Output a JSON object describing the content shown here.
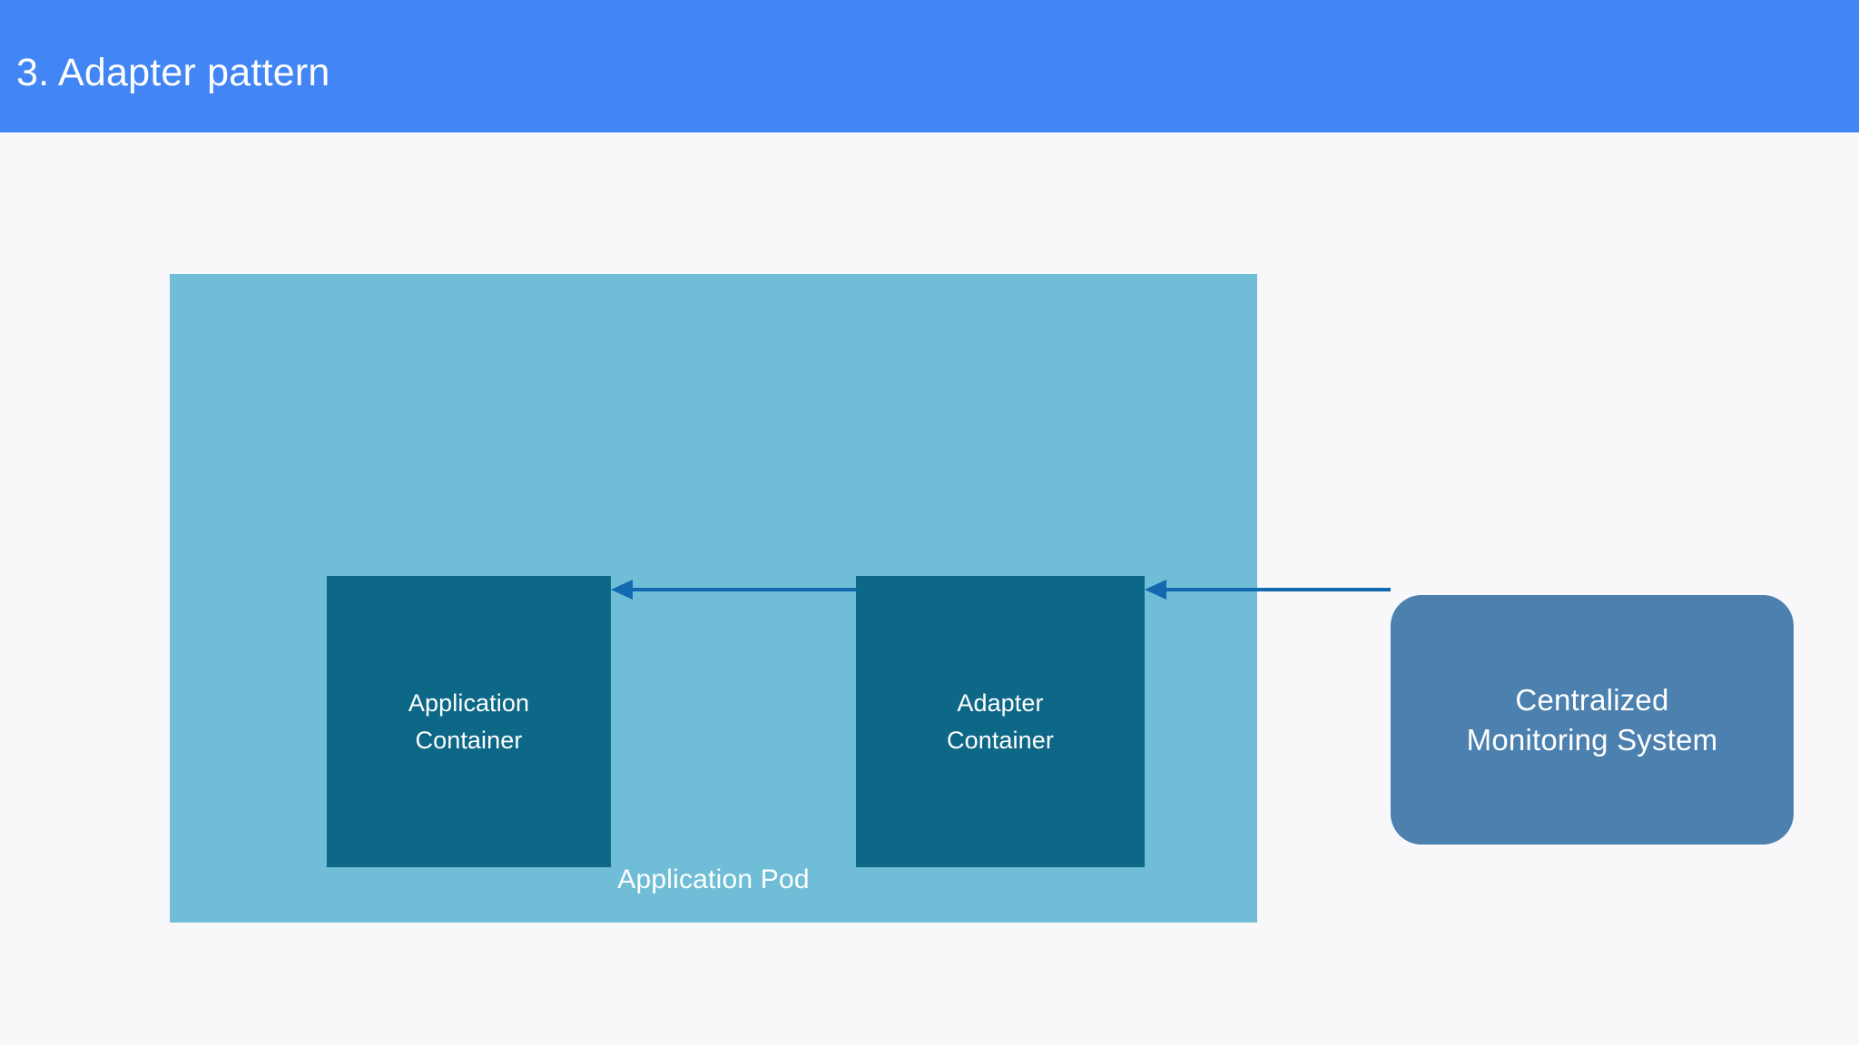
{
  "header": {
    "title": "3. Adapter pattern",
    "background_color": "#4285f4",
    "text_color": "#ffffff"
  },
  "canvas": {
    "background_color": "#f8f8fb"
  },
  "diagram": {
    "type": "architecture-diagram",
    "pod": {
      "label": "Application Pod",
      "fill_color": "#6fbdd6",
      "text_color": "#ffffff"
    },
    "containers": [
      {
        "id": "application-container",
        "label": "Application\nContainer",
        "fill_color": "#0d6786",
        "text_color": "#ffffff"
      },
      {
        "id": "adapter-container",
        "label": "Adapter\nContainer",
        "fill_color": "#0d6786",
        "text_color": "#ffffff"
      }
    ],
    "external_nodes": [
      {
        "id": "centralized-monitoring-system",
        "label": "Centralized\nMonitoring System",
        "fill_color": "#4b80af",
        "text_color": "#ffffff",
        "shape": "rounded-rectangle"
      }
    ],
    "connectors": [
      {
        "id": "adapter-to-application",
        "from": "adapter-container",
        "to": "application-container",
        "direction": "left",
        "color": "#1269b0",
        "label": ""
      },
      {
        "id": "monitoring-to-adapter",
        "from": "centralized-monitoring-system",
        "to": "adapter-container",
        "direction": "left",
        "color": "#1269b0",
        "label": ""
      }
    ]
  }
}
